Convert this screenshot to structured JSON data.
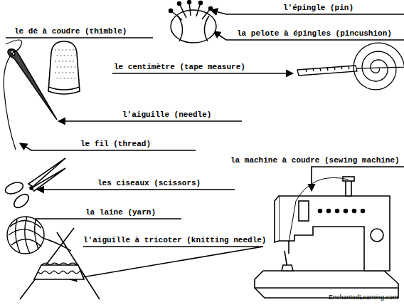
{
  "diagram": {
    "labels": [
      "l'épingle (pin)",
      "la pelote à épingles (pincushion)",
      "le dé à coudre (thimble)",
      "le centimètre (tape measure)",
      "l'aiguille (needle)",
      "le fil (thread)",
      "la machine à coudre (sewing machine)",
      "les ciseaux (scissors)",
      "la laine (yarn)",
      "l'aiguille à tricoter (knitting needle)",
      "EnchantedLearning.com"
    ]
  }
}
